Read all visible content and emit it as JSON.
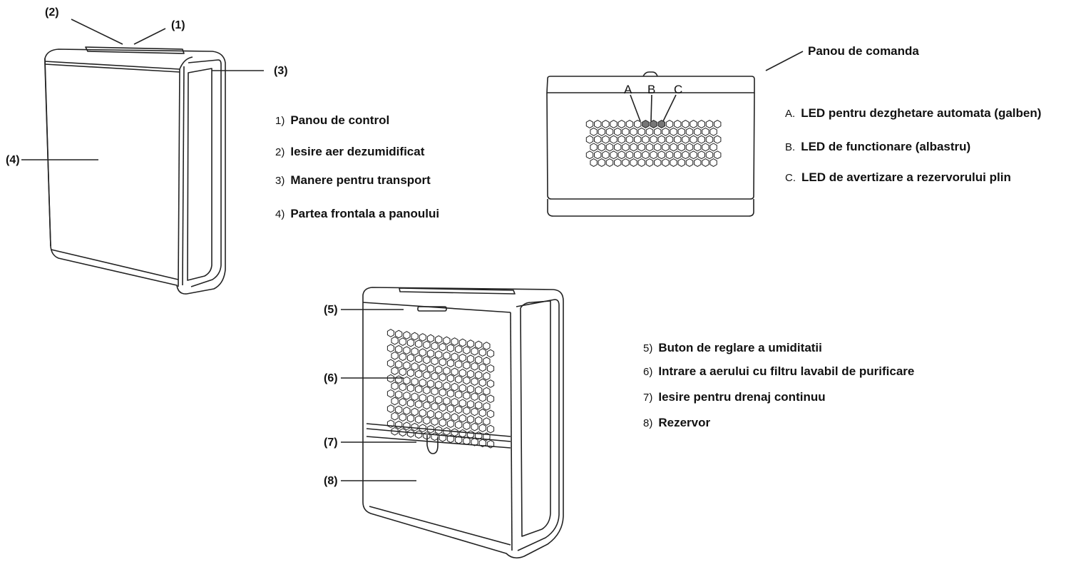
{
  "callouts": {
    "c1": "(1)",
    "c2": "(2)",
    "c3": "(3)",
    "c4": "(4)",
    "c5": "(5)",
    "c6": "(6)",
    "c7": "(7)",
    "c8": "(8)"
  },
  "legend_top": [
    {
      "num": "1)",
      "text": "Panou de control"
    },
    {
      "num": "2)",
      "text": "Iesire aer dezumidificat"
    },
    {
      "num": "3)",
      "text": "Manere pentru transport"
    },
    {
      "num": "4)",
      "text": "Partea frontala a panoului"
    }
  ],
  "control_panel": {
    "title": "Panou de comanda",
    "letters": [
      "A",
      "B",
      "C"
    ],
    "legend": [
      {
        "num": "A.",
        "text": "LED pentru dezghetare automata (galben)"
      },
      {
        "num": "B.",
        "text": "LED de functionare (albastru)"
      },
      {
        "num": "C.",
        "text": "LED de avertizare a rezervorului plin"
      }
    ]
  },
  "legend_bottom": [
    {
      "num": "5)",
      "text": "Buton de reglare a umiditatii"
    },
    {
      "num": "6)",
      "text": "Intrare a aerului cu filtru lavabil de purificare"
    },
    {
      "num": "7)",
      "text": "Iesire pentru drenaj continuu"
    },
    {
      "num": "8)",
      "text": "Rezervor"
    }
  ],
  "colors": {
    "line": "#222222",
    "led_fill": "#777777"
  }
}
